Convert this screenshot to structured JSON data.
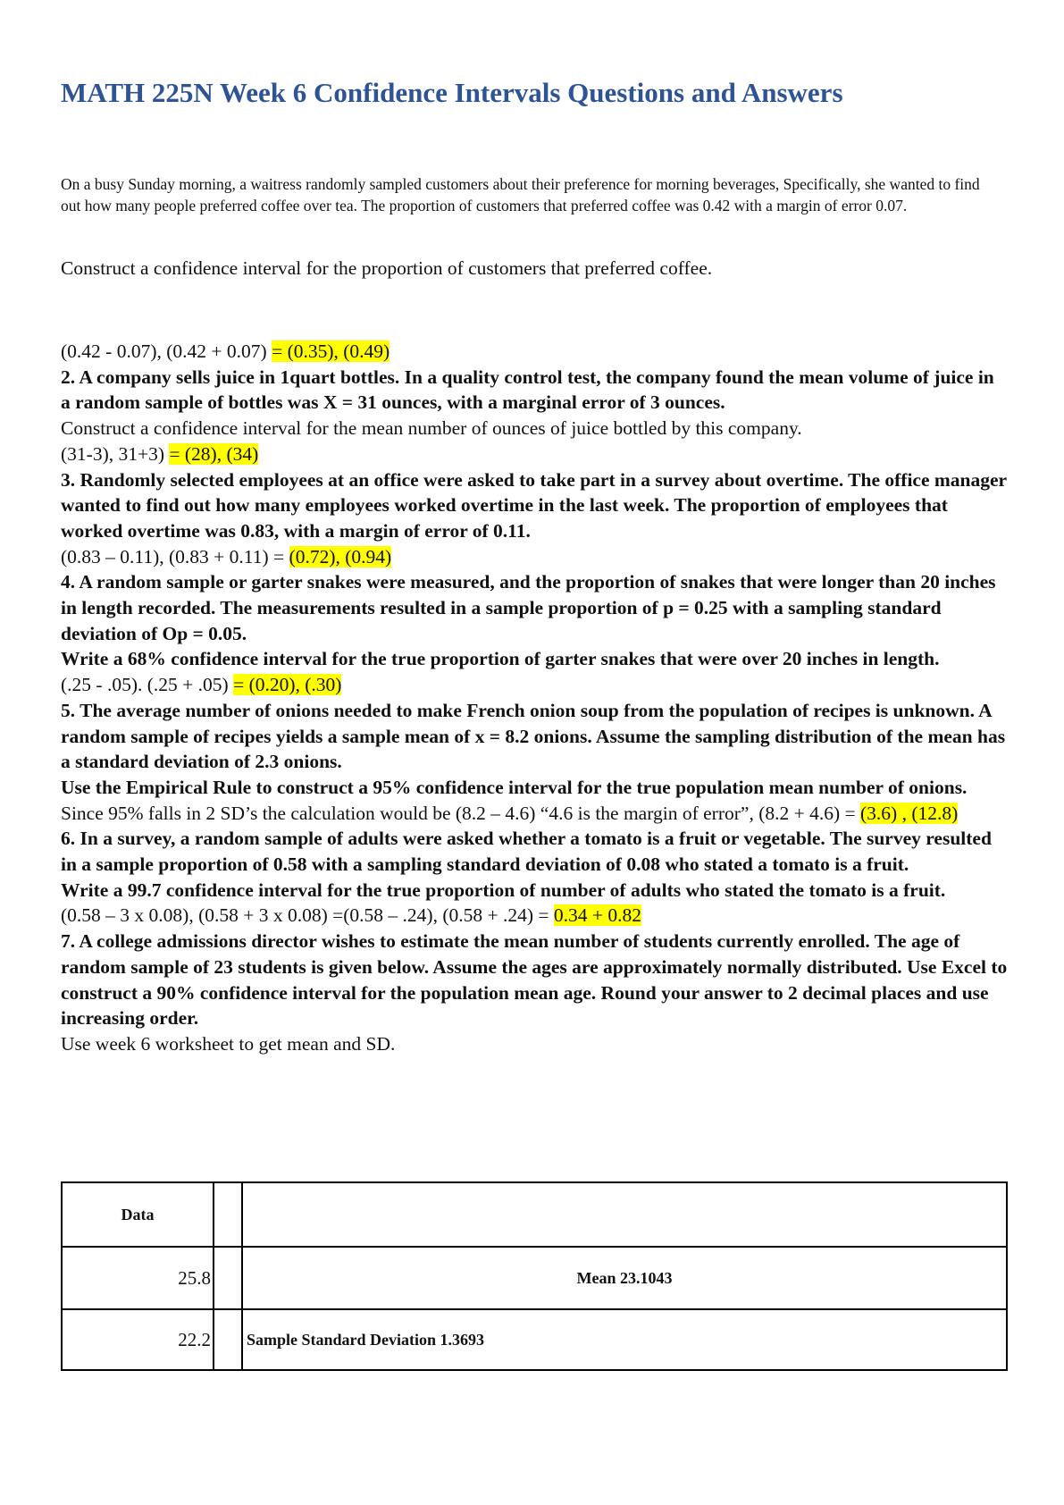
{
  "title": "MATH 225N Week 6 Confidence Intervals Questions and Answers",
  "intro": "On a busy Sunday morning, a waitress randomly sampled customers about their preference for morning beverages, Specifically, she wanted to find out how many people preferred coffee over tea. The proportion of customers that preferred coffee was 0.42 with a margin of error 0.07.",
  "task": "Construct a confidence interval for the proportion of customers that preferred coffee.",
  "a1_calc": "(0.42 - 0.07), (0.42 + 0.07) ",
  "a1_result": "= (0.35), (0.49)",
  "q2": "2.  A company sells juice in 1quart bottles. In a quality control test, the company found the mean volume of juice in a random sample of bottles was X = 31 ounces, with a marginal error of 3 ounces.",
  "q2_task": "Construct a confidence interval for the mean number of ounces of juice bottled by this company.",
  "a2_calc": "(31-3), 31+3) ",
  "a2_result": "= (28), (34)",
  "q3": "3. Randomly selected employees at an office were asked to take part in a survey about overtime. The office manager wanted to find out how many employees worked overtime in the last week. The proportion of employees that worked overtime was 0.83, with a margin of error of 0.11.",
  "a3_calc": "(0.83 – 0.11), (0.83 + 0.11) = ",
  "a3_result": "(0.72), (0.94)",
  "q4": "4. A random sample or garter snakes were measured, and the proportion of snakes that were longer than 20 inches in length recorded. The measurements resulted in a sample proportion of p = 0.25 with a sampling standard deviation of Op = 0.05.",
  "q4_task": "Write a 68% confidence interval for the true proportion of garter snakes that were over 20 inches in length.",
  "a4_calc": "(.25 - .05). (.25 + .05) ",
  "a4_result": "= (0.20), (.30)",
  "q5": "5. The average number of onions needed to make French onion soup from the population of recipes is unknown. A random sample of recipes yields a sample mean of x = 8.2 onions. Assume the sampling distribution of the mean has a standard deviation of 2.3 onions.",
  "q5_task": "Use the Empirical Rule to construct a 95% confidence interval for the true population mean number of onions.",
  "a5_calc": "Since 95% falls in 2 SD’s the calculation would be (8.2 – 4.6) “4.6 is the margin of error”, (8.2 + 4.6) = ",
  "a5_result": "(3.6) , (12.8)",
  "q6": "6. In a survey, a random sample of adults were asked whether a tomato is a fruit or vegetable. The survey resulted in a sample proportion of 0.58 with a sampling standard deviation of 0.08 who stated a tomato is a fruit.",
  "q6_task": "Write a 99.7 confidence interval for the true proportion of number of adults who stated the tomato is a fruit.",
  "a6_calc": "(0.58 – 3 x 0.08), (0.58 + 3 x 0.08) =(0.58 – .24), (0.58 + .24) = ",
  "a6_result": "0.34 + 0.82",
  "q7": "7. A college admissions director wishes to estimate the mean number of students currently enrolled. The age of random sample of 23 students is given below. Assume the ages are approximately normally distributed. Use Excel to construct a 90% confidence interval for the population mean age. Round your answer to 2 decimal places and use increasing order.",
  "a7_note": "Use week 6 worksheet to get mean and SD.",
  "table": {
    "header": "Data",
    "rows": [
      {
        "value": "25.8",
        "stat": "Mean 23.1043"
      },
      {
        "value": "22.2",
        "stat": "Sample Standard Deviation 1.3693"
      }
    ]
  },
  "colors": {
    "title": "#2f5496",
    "highlight": "#ffff00"
  }
}
